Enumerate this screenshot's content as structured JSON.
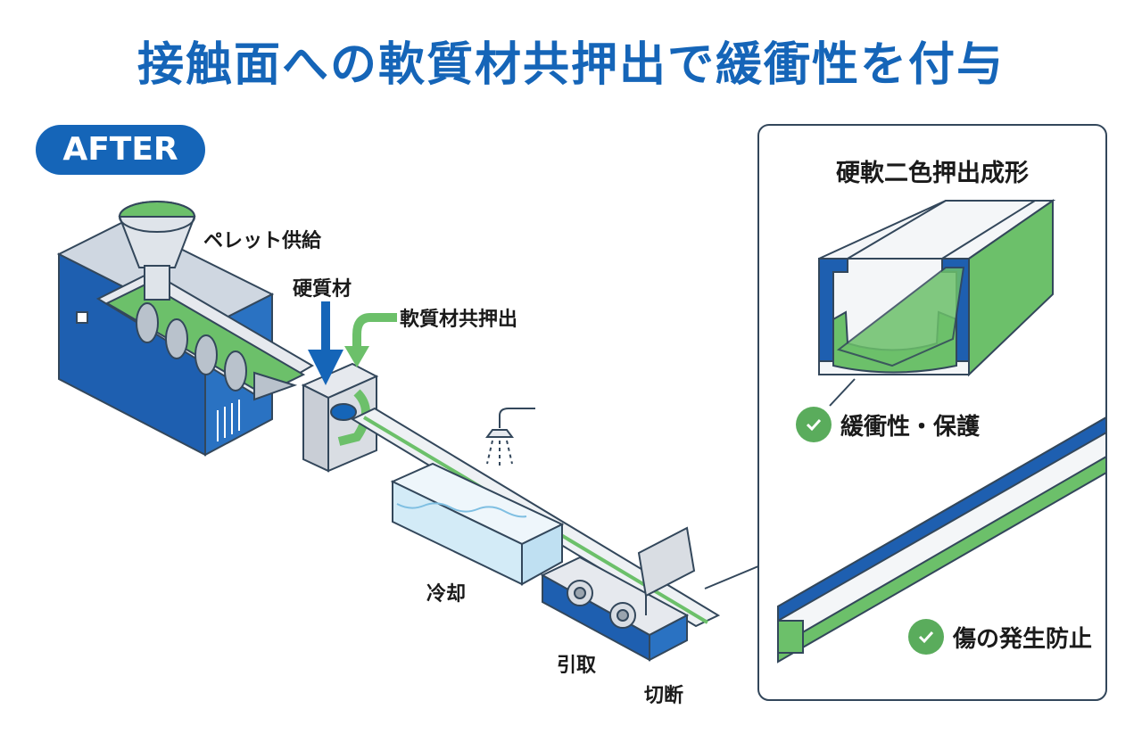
{
  "title": "接触面への軟質材共押出で緩衝性を付与",
  "badge": "AFTER",
  "labels": {
    "pellet": "ペレット供給",
    "hard": "硬質材",
    "soft": "軟質材共押出",
    "cooling": "冷却",
    "pulling": "引取",
    "cutting": "切断"
  },
  "panel": {
    "title": "硬軟二色押出成形",
    "benefits": [
      "緩衝性・保護",
      "傷の発生防止"
    ]
  },
  "colors": {
    "blue": "#1565b8",
    "green": "#6cc06a",
    "light_blue": "#d3ebf7",
    "grey": "#e2e5ea",
    "outline": "#33475b"
  },
  "icons": [
    "down-arrow-icon",
    "curved-arrow-icon",
    "shower-icon",
    "check-icon"
  ]
}
